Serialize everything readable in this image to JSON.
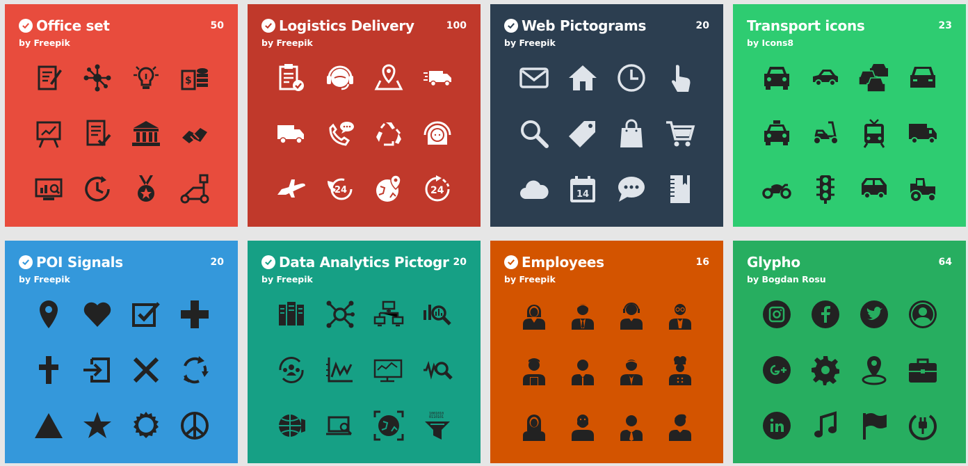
{
  "cards": [
    {
      "title": "Office set",
      "author": "by Freepik",
      "count": "50",
      "verified": true,
      "bg": "#e84c3d",
      "icons": [
        "document-edit-icon",
        "network-icon",
        "lightbulb-icon",
        "money-coins-icon",
        "presentation-board-icon",
        "checklist-icon",
        "bank-icon",
        "handshake-icon",
        "monitor-chart-icon",
        "time-cycle-icon",
        "medal-icon",
        "flowchart-icon"
      ]
    },
    {
      "title": "Logistics Delivery",
      "author": "by Freepik",
      "count": "100",
      "verified": true,
      "bg": "#c0392b",
      "icons": [
        "clipboard-check-icon",
        "headset-agent-icon",
        "map-pin-icon",
        "fast-delivery-truck-icon",
        "delivery-truck-icon",
        "phone-chat-icon",
        "recycle-icon",
        "headset-woman-icon",
        "airplane-icon",
        "phone-24-icon",
        "globe-pin-icon",
        "service-24-icon"
      ]
    },
    {
      "title": "Web Pictograms",
      "author": "by Freepik",
      "count": "20",
      "verified": true,
      "bg": "#2c3e50",
      "icons": [
        "mail-icon",
        "home-icon",
        "clock-icon",
        "hand-pointer-icon",
        "search-icon",
        "tag-icon",
        "shopping-bag-icon",
        "shopping-cart-icon",
        "cloud-icon",
        "calendar-icon",
        "speech-bubble-icon",
        "notebook-icon"
      ]
    },
    {
      "title": "Transport icons",
      "author": "by Icons8",
      "count": "23",
      "verified": false,
      "bg": "#2ecc71",
      "icons": [
        "car-front-icon",
        "car-side-icon",
        "traffic-jam-icon",
        "suv-front-icon",
        "taxi-icon",
        "scooter-icon",
        "tram-icon",
        "truck-icon",
        "motorcycle-icon",
        "traffic-light-icon",
        "van-icon",
        "tractor-icon"
      ]
    },
    {
      "title": "POI Signals",
      "author": "by Freepik",
      "count": "20",
      "verified": true,
      "bg": "#3498db",
      "icons": [
        "location-pin-icon",
        "heart-icon",
        "checkbox-icon",
        "plus-icon",
        "cross-icon",
        "exit-icon",
        "close-icon",
        "refresh-icon",
        "triangle-icon",
        "star-icon",
        "badge-icon",
        "peace-icon"
      ]
    },
    {
      "title": "Data Analytics Pictograms",
      "author": "by Freepik",
      "count": "20",
      "verified": true,
      "bg": "#16a085",
      "icons": [
        "servers-icon",
        "network-hub-icon",
        "connected-computers-icon",
        "bar-search-icon",
        "team-cycle-icon",
        "line-chart-icon",
        "presentation-screen-icon",
        "wave-search-icon",
        "globe-gear-icon",
        "laptop-search-icon",
        "globe-target-icon",
        "data-filter-icon"
      ]
    },
    {
      "title": "Employees",
      "author": "by Freepik",
      "count": "16",
      "verified": true,
      "bg": "#d35400",
      "icons": [
        "woman-employee-icon",
        "businessman-icon",
        "support-agent-icon",
        "man-glasses-icon",
        "waitress-icon",
        "man-employee-icon",
        "manager-icon",
        "chef-icon",
        "woman-long-hair-icon",
        "bearded-man-icon",
        "man-tie-icon",
        "young-man-icon"
      ]
    },
    {
      "title": "Glypho",
      "author": "by Bogdan Rosu",
      "count": "64",
      "verified": false,
      "bg": "#27ae60",
      "icons": [
        "instagram-icon",
        "facebook-icon",
        "twitter-icon",
        "user-icon",
        "google-plus-icon",
        "settings-icon",
        "location-icon",
        "briefcase-icon",
        "linkedin-icon",
        "music-icon",
        "flag-icon",
        "power-plug-icon"
      ]
    }
  ]
}
